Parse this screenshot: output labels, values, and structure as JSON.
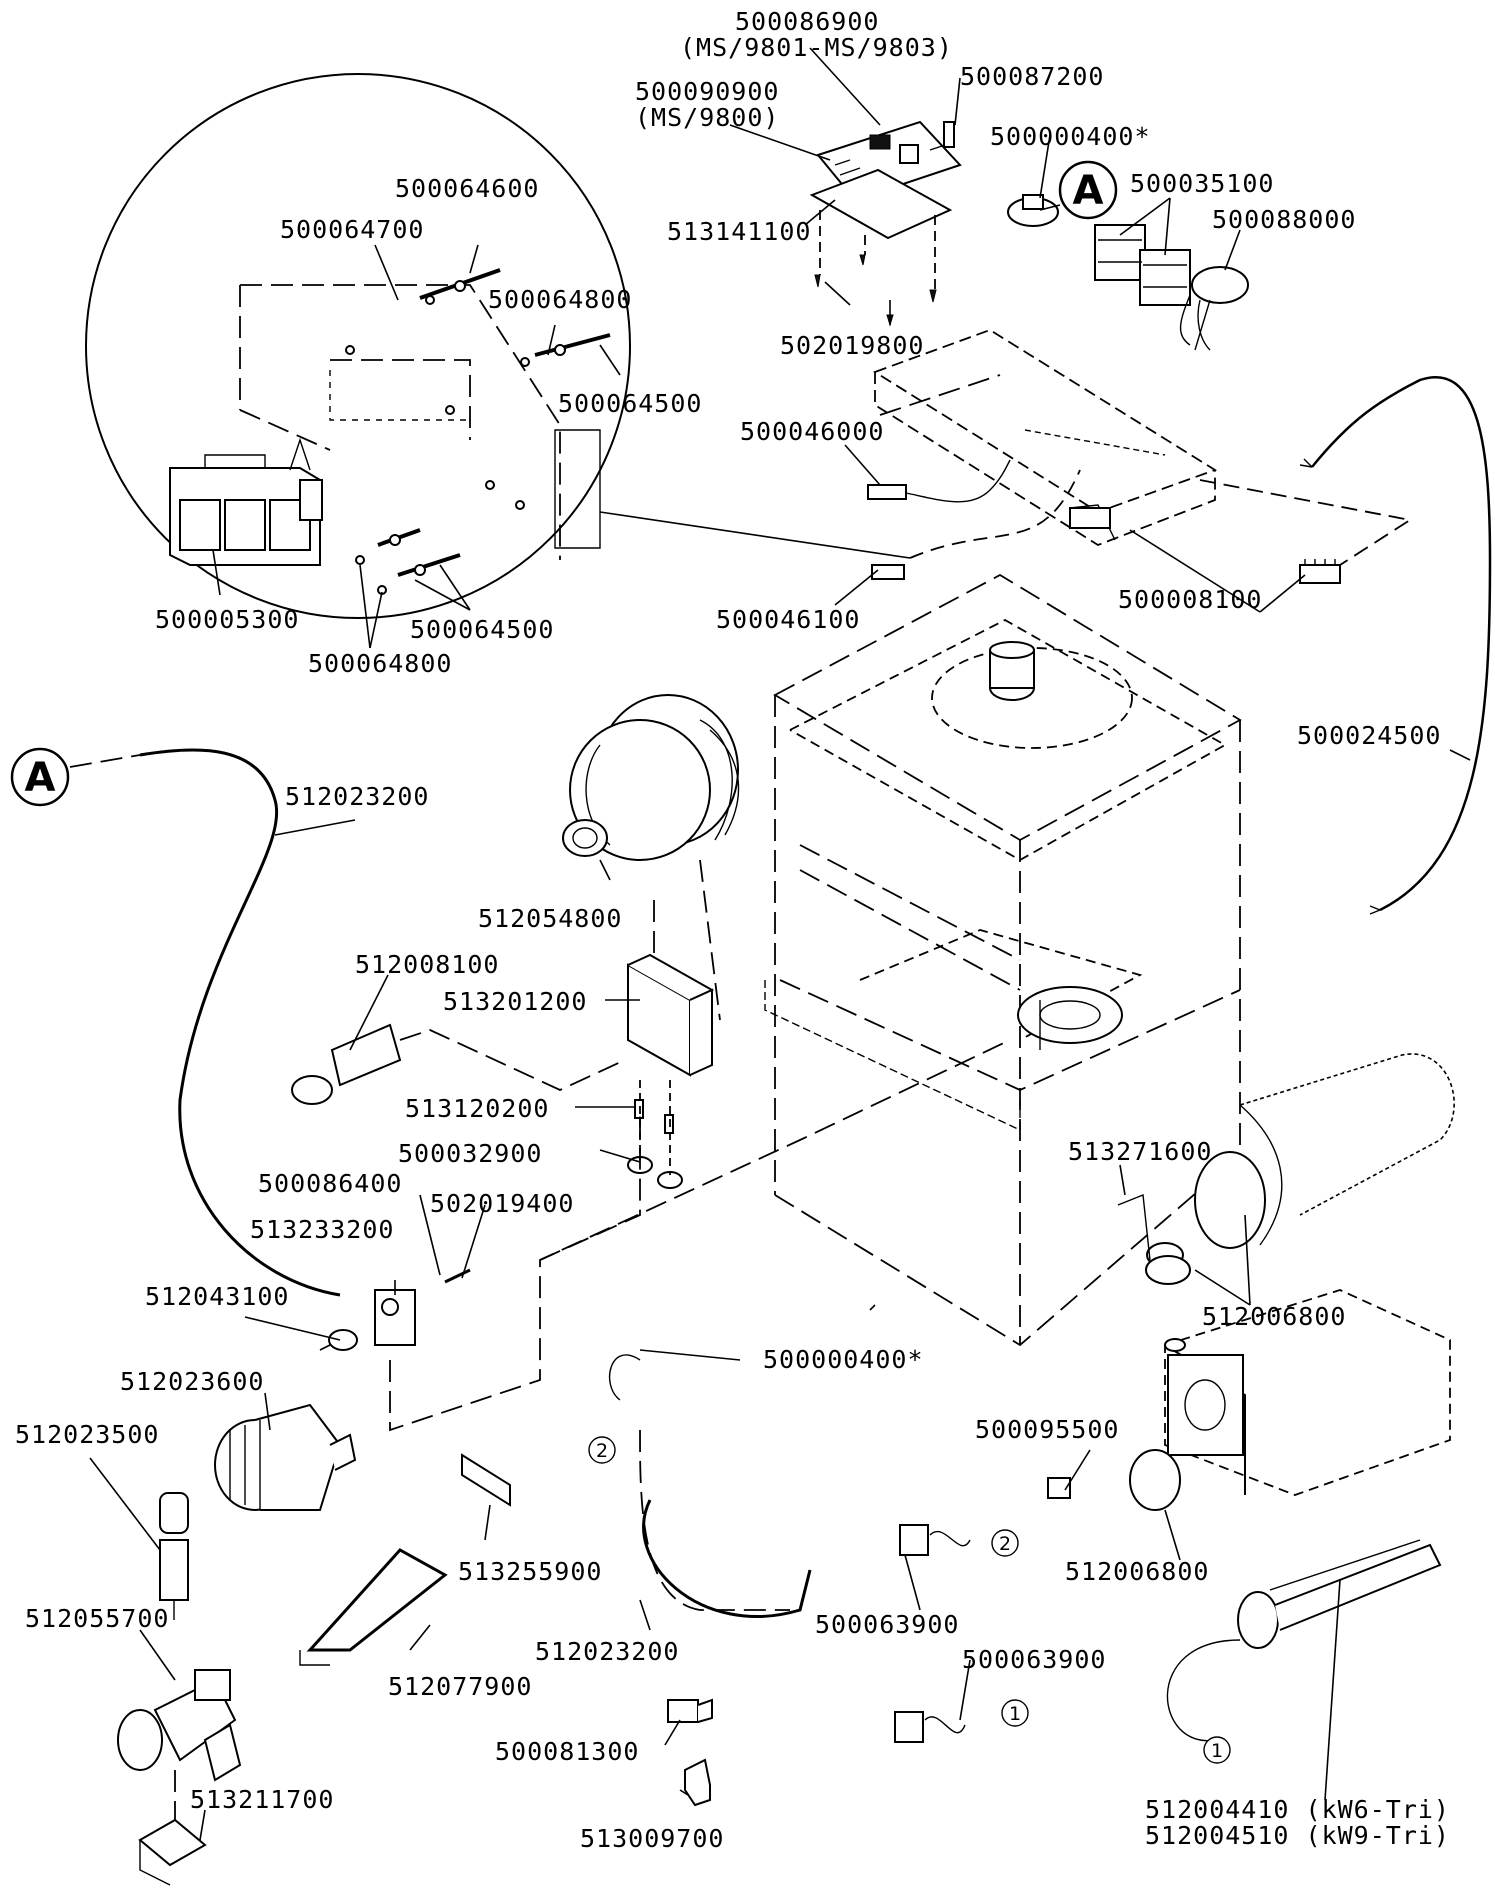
{
  "labels": {
    "p500086900": "500086900",
    "p500086900_note": "(MS/9801-MS/9803)",
    "p500090900": "500090900",
    "p500090900_note": "(MS/9800)",
    "p500087200": "500087200",
    "p500000400_top": "500000400*",
    "p500035100": "500035100",
    "p500088000": "500088000",
    "p513141100": "513141100",
    "p502019800": "502019800",
    "p500046000": "500046000",
    "p500046100": "500046100",
    "p500008100": "500008100",
    "p500024500": "500024500",
    "p500064600": "500064600",
    "p500064700": "500064700",
    "p500064800_top": "500064800",
    "p500064500_top": "500064500",
    "p500005300": "500005300",
    "p500064500_bottom": "500064500",
    "p500064800_bottom": "500064800",
    "p512023200_top": "512023200",
    "p512054800": "512054800",
    "p512008100": "512008100",
    "p513201200": "513201200",
    "p513120200": "513120200",
    "p500032900": "500032900",
    "p500086400": "500086400",
    "p502019400": "502019400",
    "p513233200": "513233200",
    "p512043100": "512043100",
    "p512023600": "512023600",
    "p512023500": "512023500",
    "p512055700": "512055700",
    "p513211700": "513211700",
    "p513271600": "513271600",
    "p512006800_top": "512006800",
    "p500000400_mid": "500000400*",
    "p500095500": "500095500",
    "p512006800_bottom": "512006800",
    "p513255900": "513255900",
    "p512077900": "512077900",
    "p512023200_bottom": "512023200",
    "p500063900_a": "500063900",
    "p500063900_b": "500063900",
    "p500081300": "500081300",
    "p513009700": "513009700",
    "p512004410": "512004410 (kW6-Tri)",
    "p512004510": "512004510 (kW9-Tri)"
  },
  "callouts": {
    "a_top": "A",
    "a_left": "A",
    "c1_a": "1",
    "c1_b": "1",
    "c2_a": "2",
    "c2_b": "2"
  }
}
